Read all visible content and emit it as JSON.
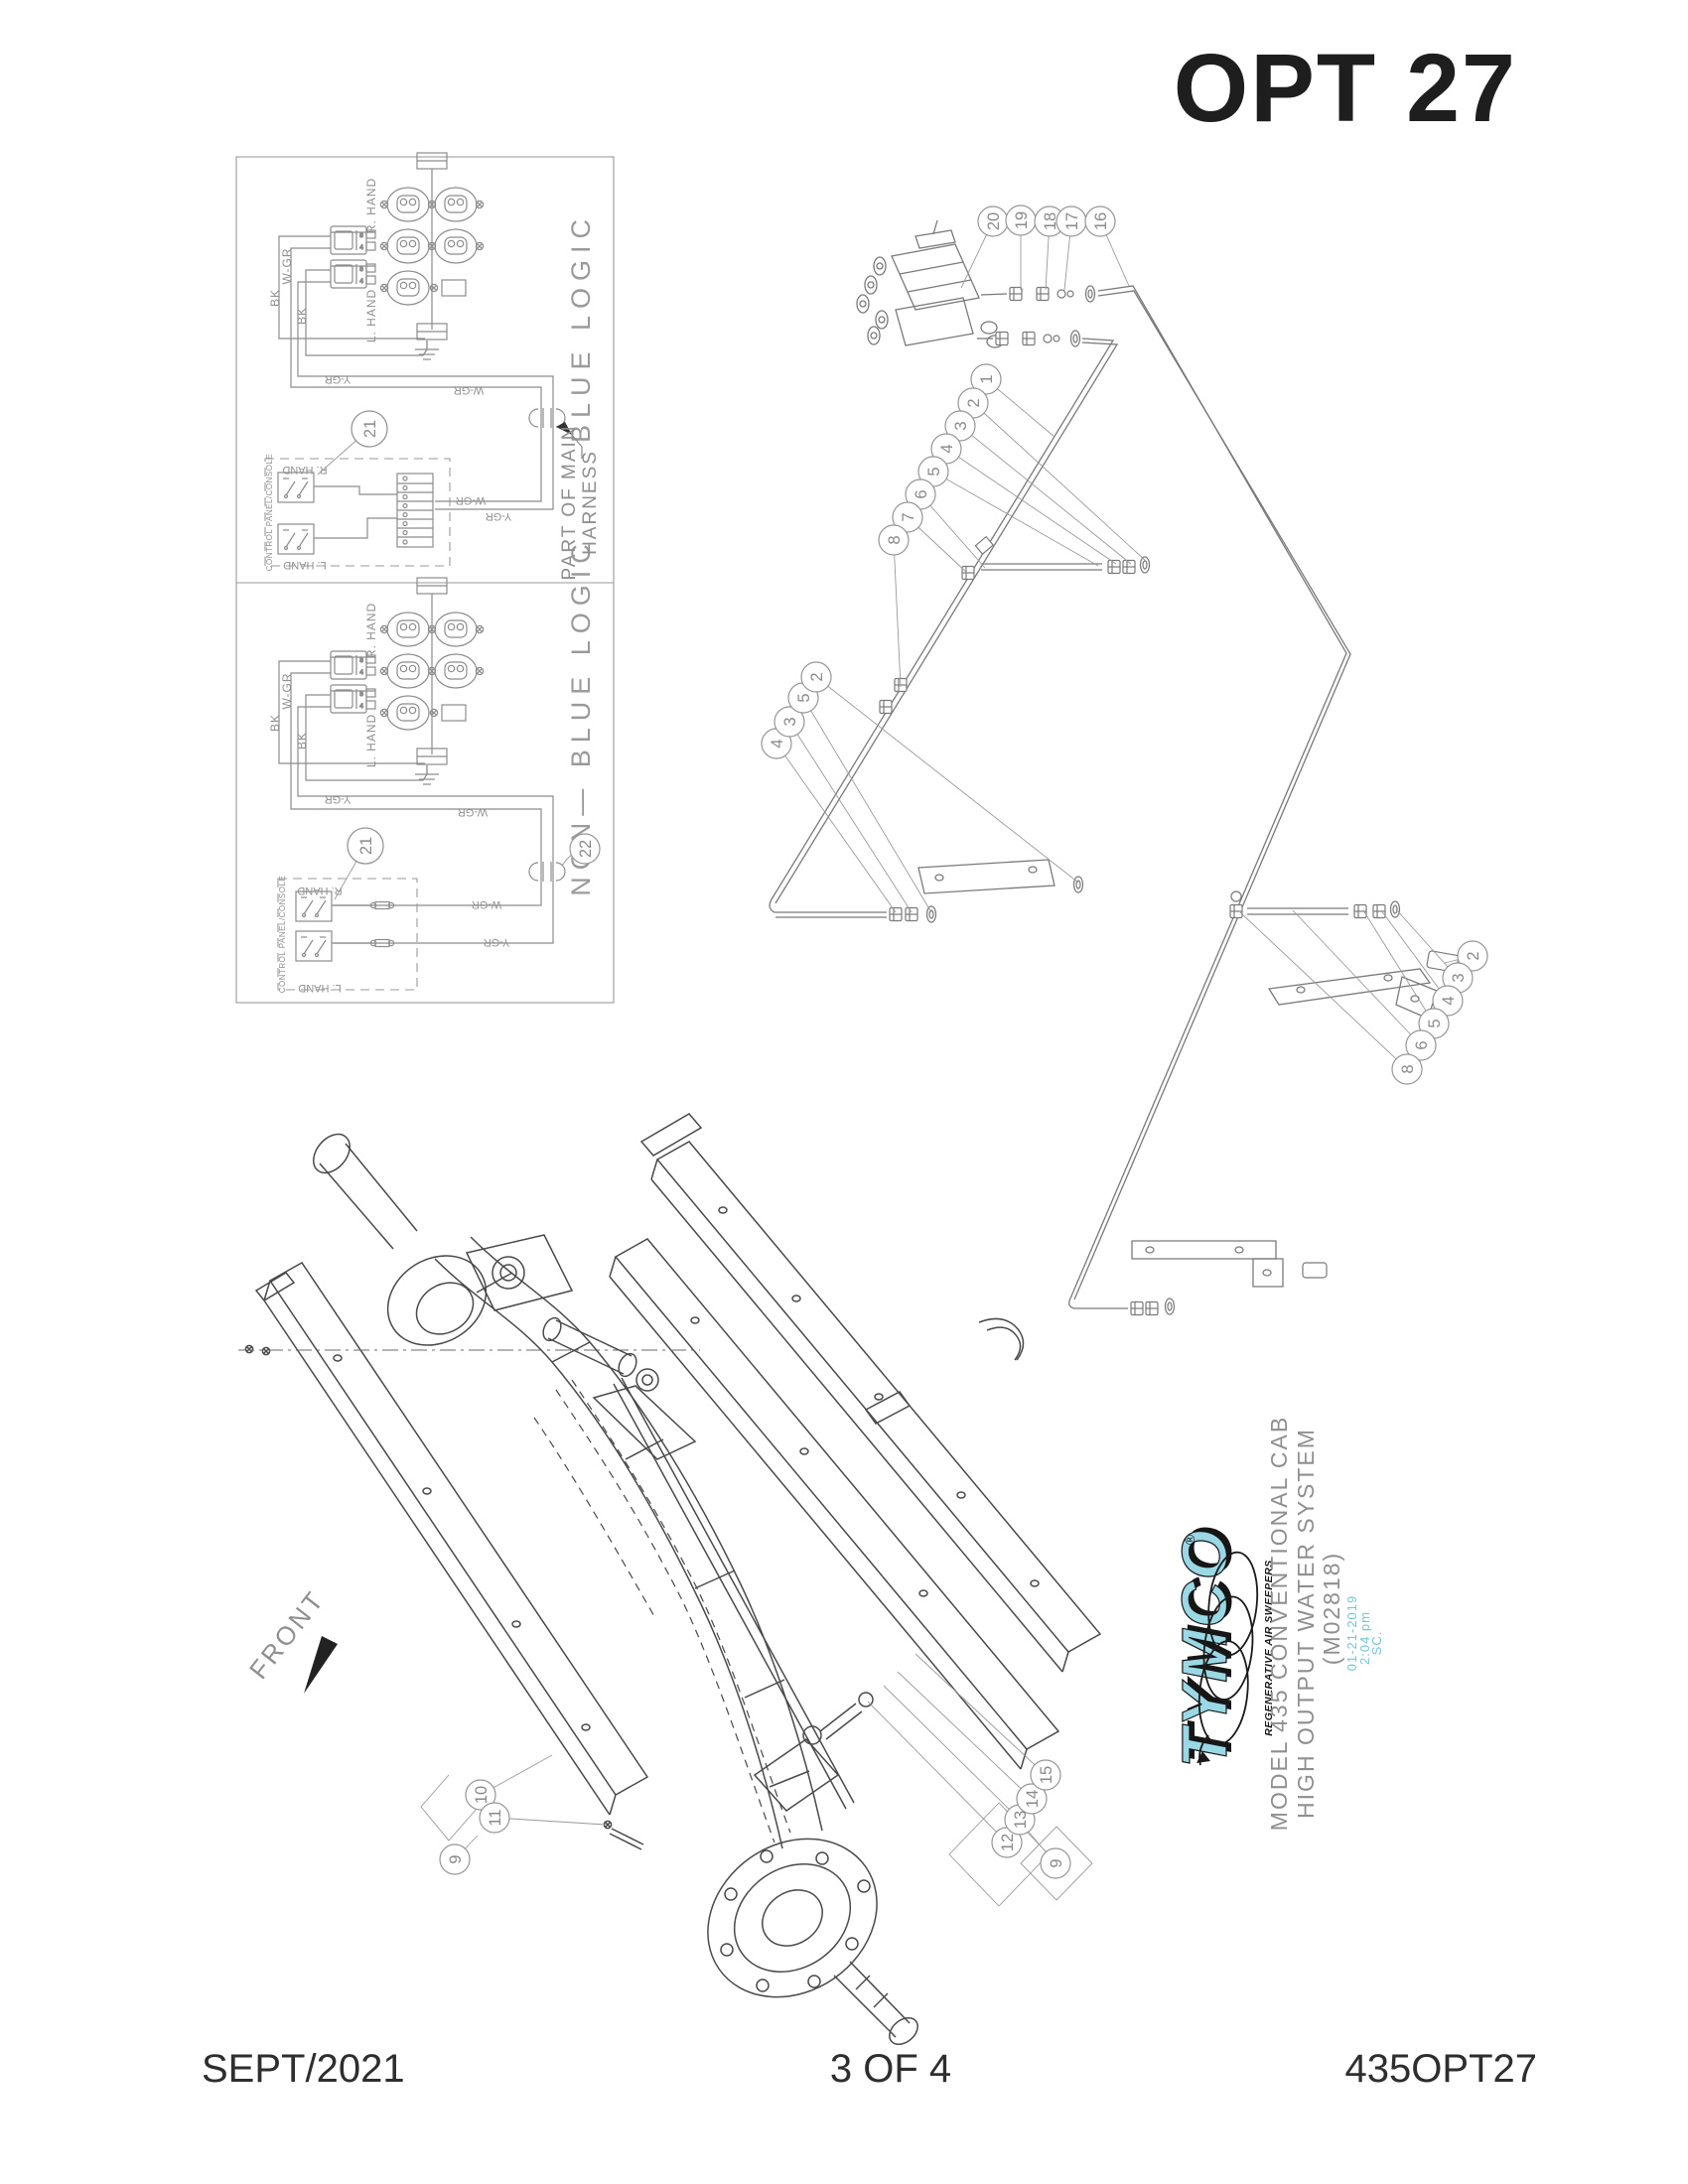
{
  "page": {
    "title": "OPT 27",
    "footer": {
      "left": "SEPT/2021",
      "center": "3 OF 4",
      "right": "435OPT27"
    }
  },
  "wiring": {
    "blue_label": "BLUE LOGIC",
    "nonblue_label": "NON— BLUE LOGIC",
    "harness_line1": "PART OF MAIN",
    "harness_line2": "HARNESS",
    "console_label": "CONTROL PANEL/CONSOLE",
    "r_hand": "R. HAND",
    "l_hand": "L. HAND",
    "bk": "BK",
    "w_gr": "W-GR",
    "y_gr": "Y-GR",
    "pin_b": "8",
    "pin_a": "4"
  },
  "callouts": {
    "1": "1",
    "2": "2",
    "3": "3",
    "4": "4",
    "5": "5",
    "6": "6",
    "7": "7",
    "8": "8",
    "9": "9",
    "10": "10",
    "11": "11",
    "12": "12",
    "13": "13",
    "14": "14",
    "15": "15",
    "16": "16",
    "17": "17",
    "18": "18",
    "19": "19",
    "20": "20",
    "21": "21",
    "22": "22"
  },
  "axle": {
    "front": "FRONT"
  },
  "brand": {
    "name": "TYMCO",
    "reg": "®",
    "tagline": "REGENERATIVE AIR SWEEPERS",
    "model_line1": "MODEL 435 CONVENTIONAL CAB",
    "model_line2": "HIGH OUTPUT WATER SYSTEM",
    "model_line3": "(M02818)",
    "stamp_date": "01-21-2019",
    "stamp_time": "2:04 pm",
    "stamp_initials": "SC.",
    "accent": "#9bd8e6",
    "stamp_color": "#74c7d8"
  }
}
